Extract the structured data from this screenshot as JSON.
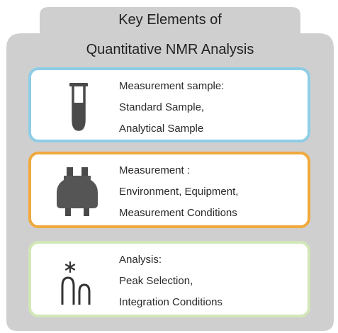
{
  "title": {
    "line1": "Key Elements of",
    "line2": "Quantitative NMR Analysis"
  },
  "colors": {
    "panel": "#cfcfcf",
    "sample_border": "#8fcde6",
    "measurement_border": "#f0a93d",
    "analysis_border": "#d2e7b8",
    "icon": "#4a4a4a"
  },
  "cards": [
    {
      "id": "measurement-sample",
      "icon": "test-tube-icon",
      "lines": [
        "Measurement sample:",
        "Standard Sample,",
        "Analytical Sample"
      ]
    },
    {
      "id": "measurement",
      "icon": "nmr-magnet-icon",
      "lines": [
        "Measurement :",
        "Environment, Equipment,",
        "Measurement Conditions"
      ]
    },
    {
      "id": "analysis",
      "icon": "nmr-peak-icon",
      "lines": [
        "Analysis:",
        "Peak Selection,",
        "Integration Conditions"
      ]
    }
  ]
}
